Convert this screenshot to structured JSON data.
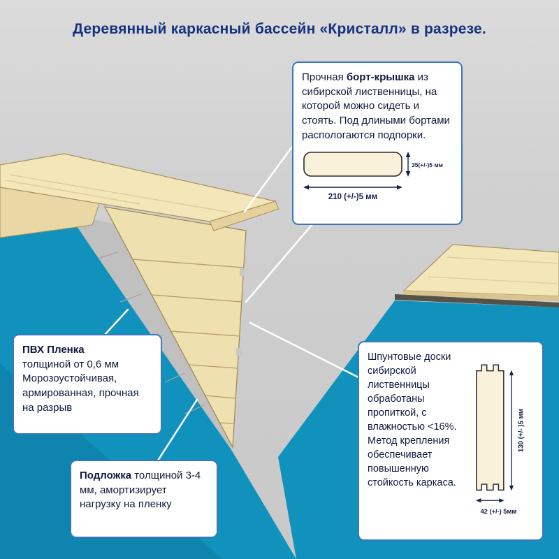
{
  "title": "Деревянный каркасный бассейн «Кристалл» в разрезе.",
  "colors": {
    "pool_blue": "#1192bd",
    "pool_blue_dark": "#0e84ae",
    "wood_light": "#f3e6b9",
    "underlay_gray": "#c0c0c0",
    "box_border_blue": "#3a77bc",
    "title_text": "#16327f"
  },
  "callouts": {
    "bort": {
      "lead": "Прочная ",
      "bold": "борт-крышка",
      "rest": " из сибирской лиственницы, на которой можно сидеть и стоять. Под длиными бортами распологаются подпорки.",
      "dims": {
        "width": "210 (+/-)5 мм",
        "height": "35(+/-)5 мм"
      }
    },
    "pvc": {
      "bold": "ПВХ Пленка",
      "rest": "толщиной от 0,6 мм Морозоустойчивая, армированная, прочная на разрыв"
    },
    "underlay": {
      "bold": "Подложка",
      "rest": " толщиной 3-4 мм, амортизирует нагрузку на пленку"
    },
    "boards": {
      "text": "Шпунтовые доски сибирской лиственницы обработаны пропиткой, с влажностью <16%. Метод крепления обеспечивает повышенную стойкость каркаса.",
      "dims": {
        "height": "130 (+/- )5 мм",
        "width": "42 (+/-) 5мм"
      }
    }
  }
}
